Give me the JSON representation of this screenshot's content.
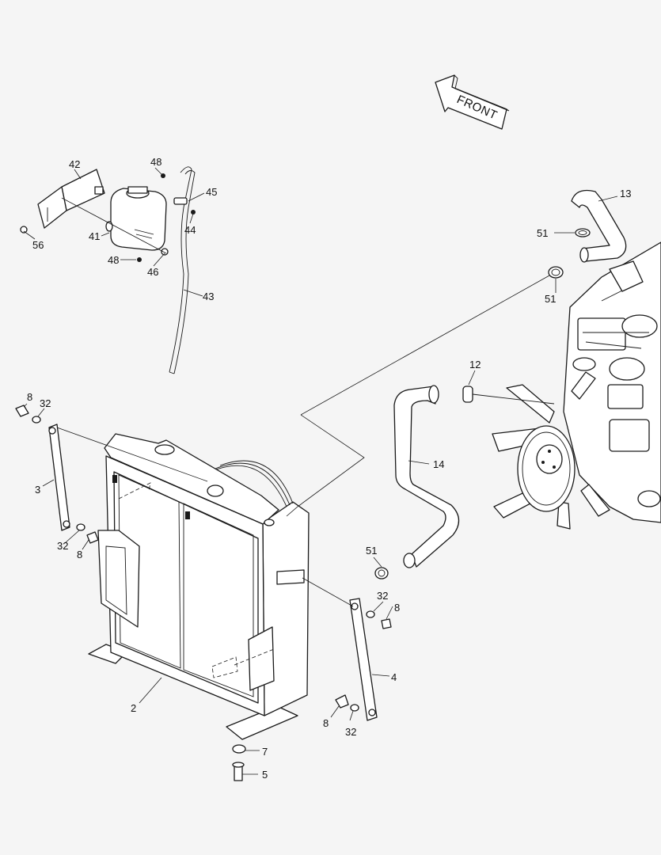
{
  "front_arrow": {
    "label": "FRONT"
  },
  "callouts": [
    {
      "id": "c-42",
      "text": "42"
    },
    {
      "id": "c-48a",
      "text": "48"
    },
    {
      "id": "c-45",
      "text": "45"
    },
    {
      "id": "c-44",
      "text": "44"
    },
    {
      "id": "c-41",
      "text": "41"
    },
    {
      "id": "c-56",
      "text": "56"
    },
    {
      "id": "c-48b",
      "text": "48"
    },
    {
      "id": "c-46",
      "text": "46"
    },
    {
      "id": "c-43",
      "text": "43"
    },
    {
      "id": "c-13",
      "text": "13"
    },
    {
      "id": "c-51a",
      "text": "51"
    },
    {
      "id": "c-51b",
      "text": "51"
    },
    {
      "id": "c-12",
      "text": "12"
    },
    {
      "id": "c-14",
      "text": "14"
    },
    {
      "id": "c-8a",
      "text": "8"
    },
    {
      "id": "c-32a",
      "text": "32"
    },
    {
      "id": "c-3",
      "text": "3"
    },
    {
      "id": "c-32b",
      "text": "32"
    },
    {
      "id": "c-8b",
      "text": "8"
    },
    {
      "id": "c-51c",
      "text": "51"
    },
    {
      "id": "c-32c",
      "text": "32"
    },
    {
      "id": "c-8c",
      "text": "8"
    },
    {
      "id": "c-4",
      "text": "4"
    },
    {
      "id": "c-2",
      "text": "2"
    },
    {
      "id": "c-8d",
      "text": "8"
    },
    {
      "id": "c-32d",
      "text": "32"
    },
    {
      "id": "c-7",
      "text": "7"
    },
    {
      "id": "c-5",
      "text": "5"
    }
  ]
}
